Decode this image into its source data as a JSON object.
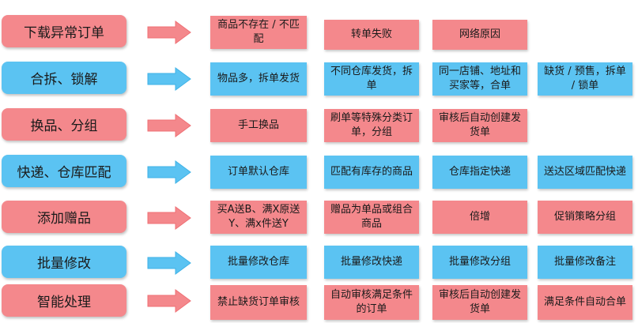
{
  "rows": [
    {
      "label": "下载异常订单",
      "color": "pink",
      "items": [
        "商品不存在 / 不匹配",
        "转单失败",
        "网络原因"
      ]
    },
    {
      "label": "合拆、锁解",
      "color": "blue",
      "items": [
        "物品多，拆单发货",
        "不同仓库发货，拆单",
        "同一店铺、地址和买家等，合单",
        "缺货 / 预售，拆单 / 锁单"
      ]
    },
    {
      "label": "换品、分组",
      "color": "pink",
      "items": [
        "手工换品",
        "刷单等特殊分类订单，分组",
        "审核后自动创建发货单"
      ]
    },
    {
      "label": "快递、仓库匹配",
      "color": "blue",
      "items": [
        "订单默认仓库",
        "匹配有库存的商品",
        "仓库指定快递",
        "送达区域匹配快递"
      ]
    },
    {
      "label": "添加赠品",
      "color": "pink",
      "items": [
        "买A送B、满X原送Y、满x件送Y",
        "赠品为单品或组合商品",
        "倍增",
        "促销策略分组"
      ]
    },
    {
      "label": "批量修改",
      "color": "blue",
      "items": [
        "批量修改仓库",
        "批量修改快递",
        "批量修改分组",
        "批量修改备注"
      ]
    },
    {
      "label": "智能处理",
      "color": "pink",
      "items": [
        "禁止缺货订单审核",
        "自动审核满足条件的订单",
        "审核后自动创建发货单",
        "满足条件自动合单"
      ]
    }
  ]
}
